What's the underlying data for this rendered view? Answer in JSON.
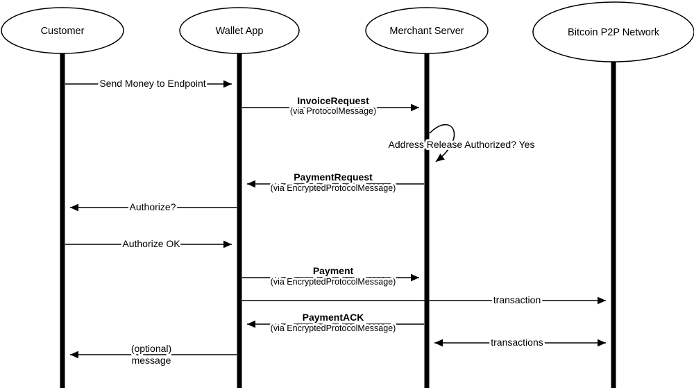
{
  "diagram": {
    "title": "Bitcoin payment protocol sequence diagram",
    "colors": {
      "stroke": "#000000",
      "background": "#ffffff"
    },
    "participants": [
      {
        "label": "Customer"
      },
      {
        "label": "Wallet App"
      },
      {
        "label": "Merchant Server"
      },
      {
        "label": "Bitcoin P2P Network"
      }
    ],
    "messages": [
      {
        "from": "Customer",
        "to": "Wallet App",
        "label": "Send Money to Endpoint"
      },
      {
        "from": "Wallet App",
        "to": "Merchant Server",
        "label": "InvoiceRequest",
        "sublabel": "(via ProtocolMessage)"
      },
      {
        "from": "Merchant Server",
        "to": "Merchant Server",
        "label": "Address Release Authorized? Yes"
      },
      {
        "from": "Merchant Server",
        "to": "Wallet App",
        "label": "PaymentRequest",
        "sublabel": "(via EncryptedProtocolMessage)"
      },
      {
        "from": "Wallet App",
        "to": "Customer",
        "label": "Authorize?"
      },
      {
        "from": "Customer",
        "to": "Wallet App",
        "label": "Authorize OK"
      },
      {
        "from": "Wallet App",
        "to": "Merchant Server",
        "label": "Payment",
        "sublabel": "(via EncryptedProtocolMessage)"
      },
      {
        "from": "Wallet App",
        "to": "Bitcoin P2P Network",
        "label": "transaction"
      },
      {
        "from": "Merchant Server",
        "to": "Wallet App",
        "label": "PaymentACK",
        "sublabel": "(via EncryptedProtocolMessage)"
      },
      {
        "from": "Merchant Server",
        "to": "Bitcoin P2P Network",
        "label": "transactions",
        "bidirectional": true
      },
      {
        "from": "Wallet App",
        "to": "Customer",
        "label": "(optional)",
        "sublabel": "message"
      }
    ]
  }
}
